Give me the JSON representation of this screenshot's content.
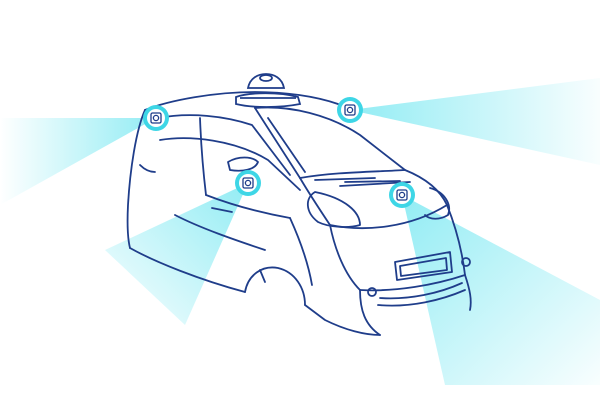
{
  "illustration": {
    "subject": "self-driving-car-sensors",
    "colors": {
      "line": "#1f3d8a",
      "sensor_ring": "#3ed6e6",
      "sensor_core": "#ffffff",
      "beam": "#7fe9f2",
      "background": "#ffffff"
    },
    "sensors": [
      {
        "id": "rear-left",
        "icon": "camera-sensor-icon"
      },
      {
        "id": "side-mirror",
        "icon": "camera-sensor-icon"
      },
      {
        "id": "windshield",
        "icon": "camera-sensor-icon"
      },
      {
        "id": "front-hood",
        "icon": "camera-sensor-icon"
      }
    ],
    "roof_unit": {
      "icon": "lidar-dome-icon"
    }
  }
}
